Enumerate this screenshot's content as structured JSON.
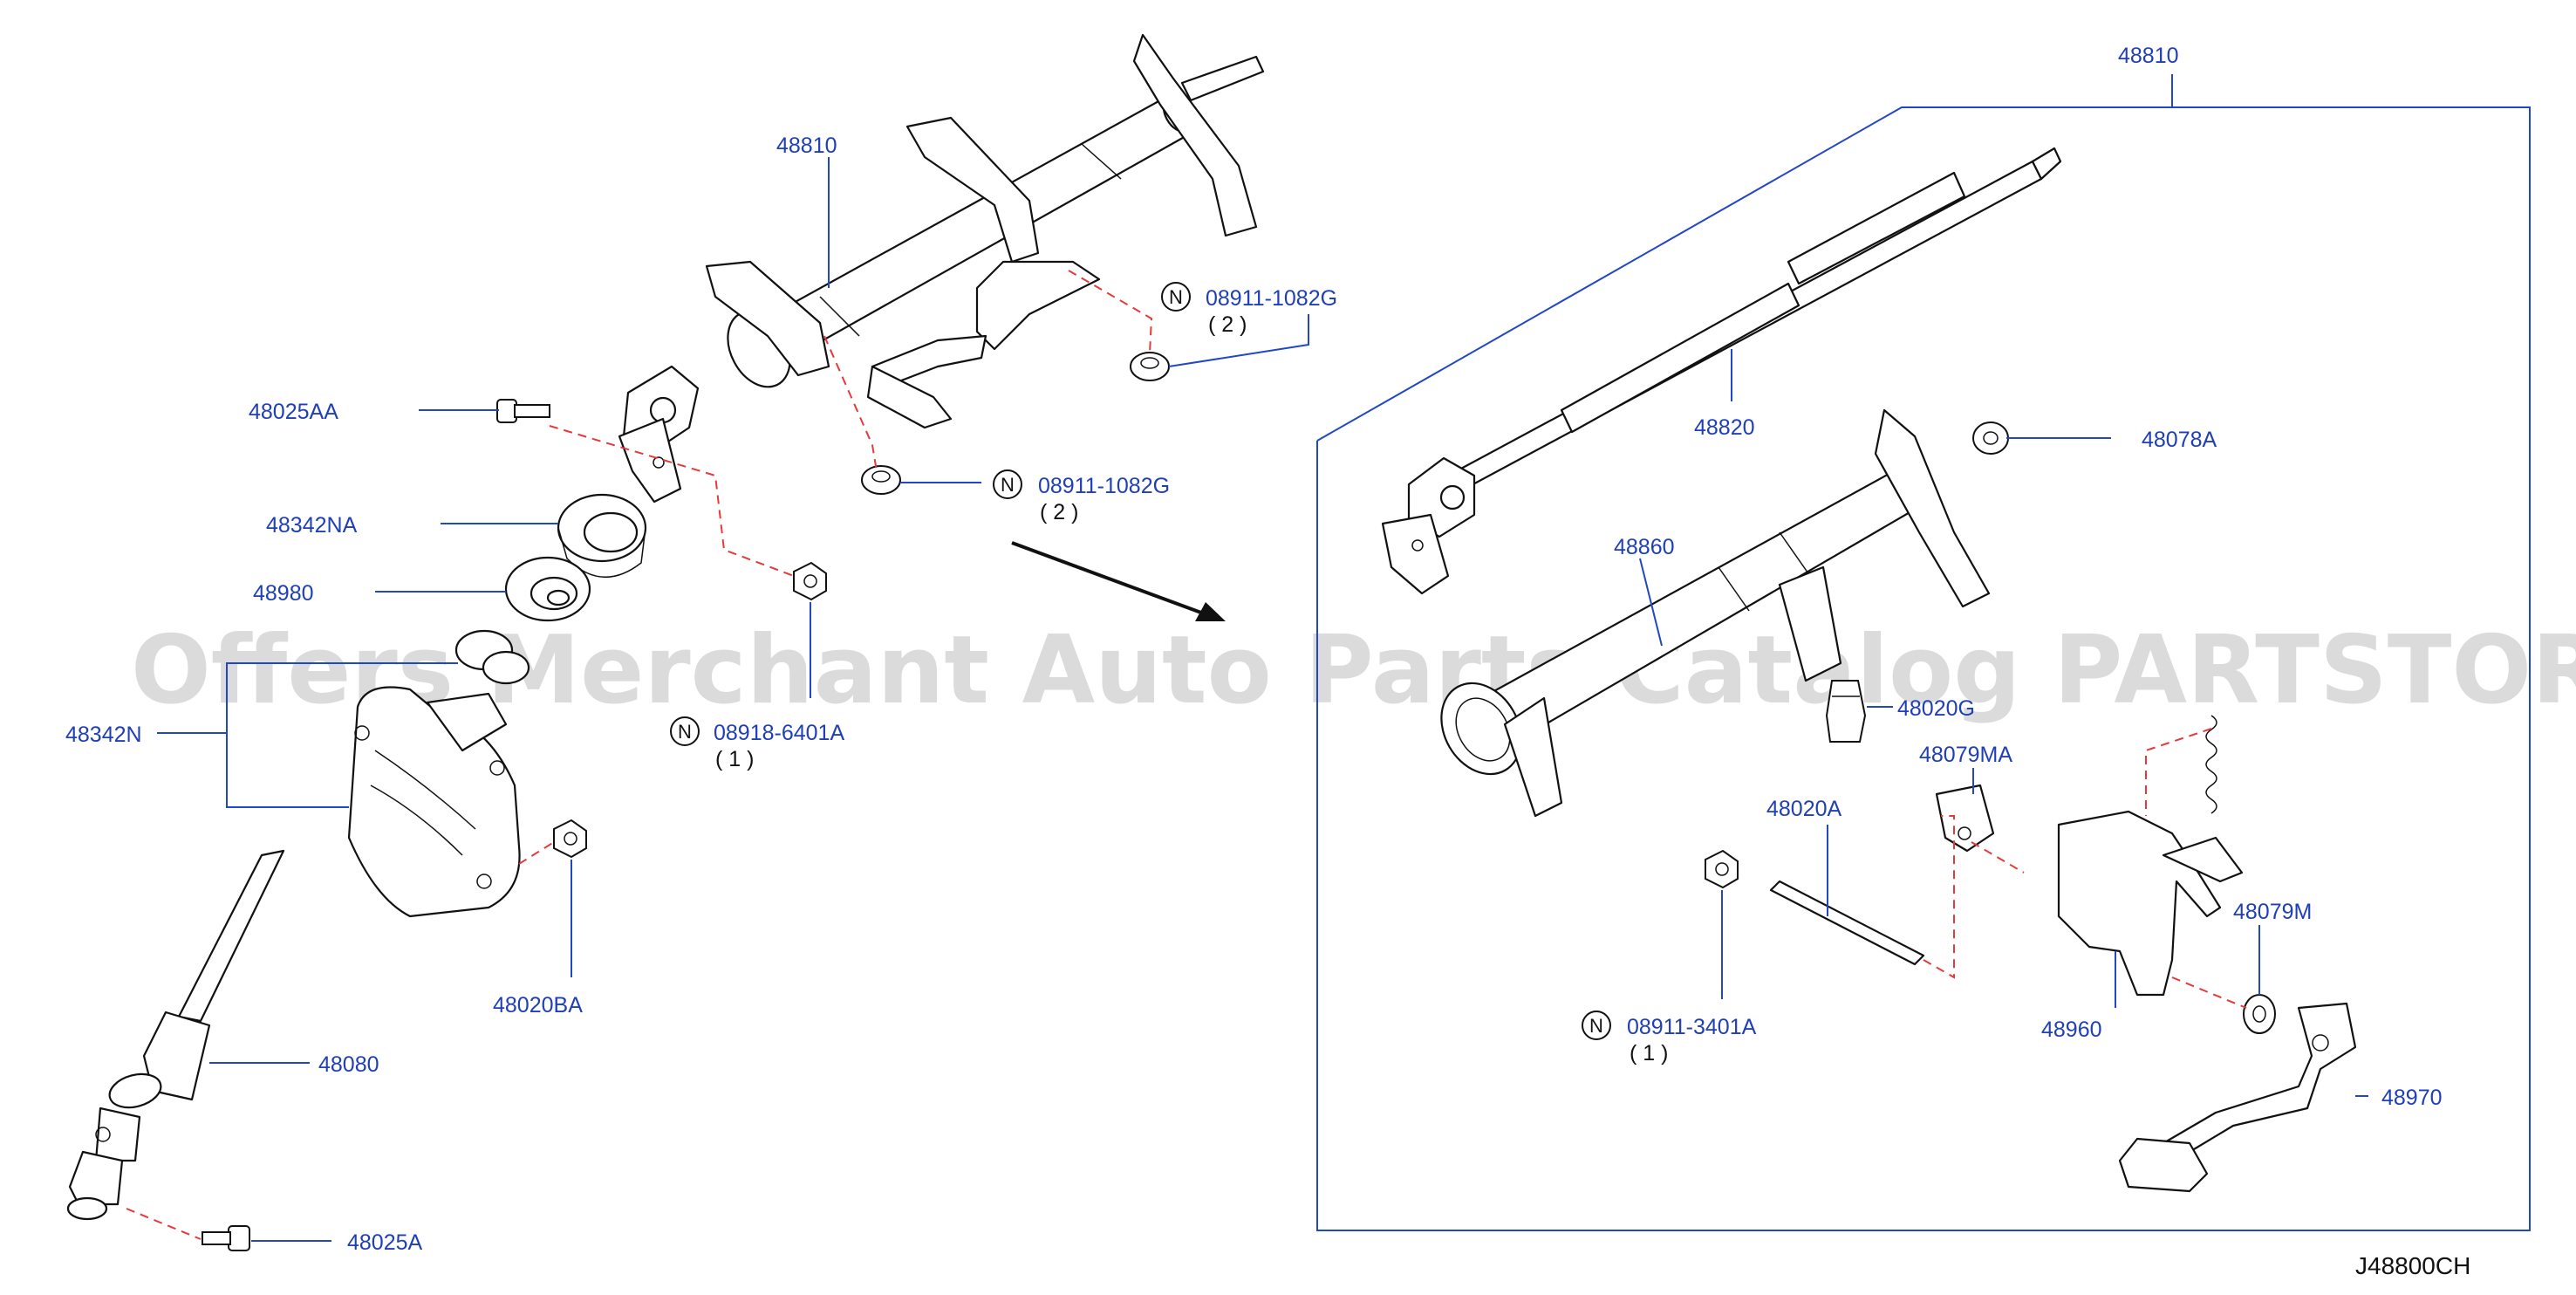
{
  "diagram": {
    "code": "J48800CH",
    "watermark": "Offers Merchant Auto Parts Catalog PARTSTORE.SA",
    "colors": {
      "label": "#1f3fb6",
      "leader": "#2147c6",
      "dashed": "#e33a3a",
      "line": "#111111"
    },
    "labels": {
      "p48810_left": "48810",
      "p48810_right": "48810",
      "p48025AA": "48025AA",
      "p48342NA": "48342NA",
      "p48980": "48980",
      "p48342N": "48342N",
      "p48080": "48080",
      "p48025A": "48025A",
      "p48020BA": "48020BA",
      "p08911_1082G_a": "08911-1082G",
      "p08911_1082G_b": "08911-1082G",
      "p08918_6401A": "08918-6401A",
      "p48820": "48820",
      "p48078A": "48078A",
      "p48860": "48860",
      "p48020G": "48020G",
      "p48079MA": "48079MA",
      "p48020A": "48020A",
      "p48079M": "48079M",
      "p48960": "48960",
      "p08911_3401A": "08911-3401A",
      "p48970": "48970"
    },
    "quantities": {
      "q_1082G_a": "( 2 )",
      "q_1082G_b": "( 2 )",
      "q_6401A": "( 1 )",
      "q_3401A": "( 1 )"
    },
    "nut_marker": "N"
  }
}
